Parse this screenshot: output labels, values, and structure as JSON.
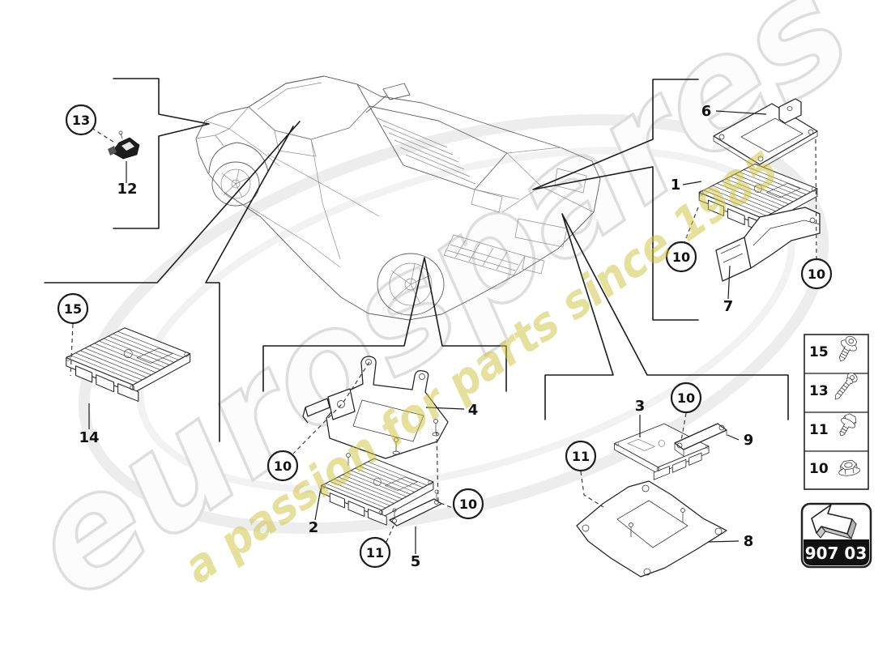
{
  "watermark": {
    "brand": "eurospares",
    "tagline": "a passion for parts since 1985",
    "brand_color": "#dedede",
    "tagline_color": "#cdc23c"
  },
  "callouts": {
    "c10": "10",
    "c11": "11",
    "c13": "13",
    "c15": "15"
  },
  "labels": {
    "n1": "1",
    "n2": "2",
    "n3": "3",
    "n4": "4",
    "n5": "5",
    "n6": "6",
    "n7": "7",
    "n8": "8",
    "n9": "9",
    "n12": "12",
    "n14": "14"
  },
  "legend": {
    "rows": [
      {
        "number": "15",
        "icon": "flanged-torx-screw-icon"
      },
      {
        "number": "13",
        "icon": "torx-screw-icon"
      },
      {
        "number": "11",
        "icon": "hex-flange-bolt-icon"
      },
      {
        "number": "10",
        "icon": "hex-flange-nut-icon"
      }
    ]
  },
  "part_code_box": {
    "code": "907 03",
    "icon": "back-arrow-icon"
  },
  "colors": {
    "line": "#1c1c1c",
    "background": "#ffffff",
    "code_band": "#111111"
  }
}
